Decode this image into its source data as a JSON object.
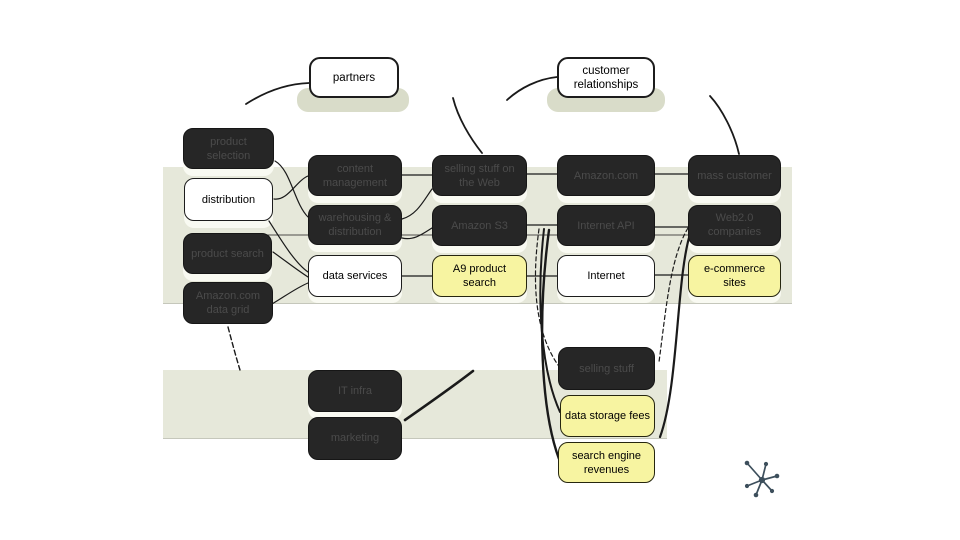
{
  "diagram": {
    "nodes": {
      "partners": {
        "label": "partners"
      },
      "customer_relationships": {
        "label": "customer relationships"
      },
      "product_selection": {
        "label": "product selection"
      },
      "distribution": {
        "label": "distribution"
      },
      "product_search": {
        "label": "product search"
      },
      "amazon_data_grid": {
        "label": "Amazon.com data grid"
      },
      "content_management": {
        "label": "content management"
      },
      "warehousing_distribution": {
        "label": "warehousing & distribution"
      },
      "data_services": {
        "label": "data services"
      },
      "selling_stuff_web": {
        "label": "selling stuff on the Web"
      },
      "amazon_s3": {
        "label": "Amazon S3"
      },
      "a9_product_search": {
        "label": "A9 product search"
      },
      "amazon_com": {
        "label": "Amazon.com"
      },
      "internet_api": {
        "label": "Internet API"
      },
      "internet": {
        "label": "Internet"
      },
      "mass_customer": {
        "label": "mass customer"
      },
      "web20_companies": {
        "label": "Web2.0 companies"
      },
      "ecommerce_sites": {
        "label": "e-commerce sites"
      },
      "selling_stuff": {
        "label": "selling stuff"
      },
      "it_infra": {
        "label": "IT infra"
      },
      "marketing": {
        "label": "marketing"
      },
      "data_storage_fees": {
        "label": "data storage fees"
      },
      "search_engine_revenues": {
        "label": "search engine revenues"
      }
    },
    "connections": [
      {
        "from": "content management",
        "to": "selling stuff on the Web"
      },
      {
        "from": "selling stuff on the Web",
        "to": "Amazon.com"
      },
      {
        "from": "Amazon.com",
        "to": "mass customer"
      },
      {
        "from": "Amazon S3",
        "to": "Internet API"
      },
      {
        "from": "Internet API",
        "to": "Web2.0 companies"
      },
      {
        "from": "data services",
        "to": "A9 product search"
      },
      {
        "from": "A9 product search",
        "to": "Internet"
      },
      {
        "from": "Internet",
        "to": "e-commerce sites"
      }
    ],
    "colors": {
      "band": "#e6e8da",
      "dark_node": "#262626",
      "dark_node_text": "#4b4b4b",
      "yellow_node": "#f7f4a1",
      "node_border": "#1c1c1c",
      "connector": "#1a1a1a",
      "shadow_plate": "#d9dcc9",
      "ghost": "#fbfbf4",
      "icon": "#3d4f5c"
    },
    "icons": [
      "molecule-icon"
    ]
  }
}
